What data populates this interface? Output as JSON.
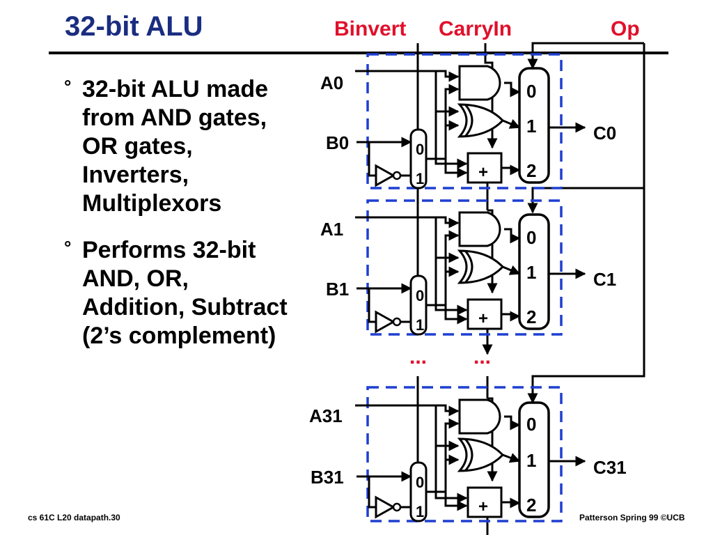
{
  "slide": {
    "title": "32-bit ALU",
    "labels": {
      "binvert": "Binvert",
      "carryin": "CarryIn",
      "op": "Op"
    },
    "bullets": [
      {
        "marker": "°",
        "text": "32-bit ALU made from AND gates, OR gates, Inverters, Multiplexors"
      },
      {
        "marker": "°",
        "text": "Performs 32-bit AND, OR, Addition, Subtract (2’s complement)"
      }
    ],
    "footer_left": "cs 61C  L20  datapath.30",
    "footer_right": "Patterson Spring 99  ©UCB"
  },
  "diagram": {
    "stages": [
      {
        "a": "A0",
        "b": "B0",
        "out": "C0"
      },
      {
        "a": "A1",
        "b": "B1",
        "out": "C1"
      },
      {
        "a": "A31",
        "b": "B31",
        "out": "C31"
      }
    ],
    "mux_inputs": [
      "0",
      "1",
      "2"
    ],
    "binvert_mux": [
      "0",
      "1"
    ],
    "adder_symbol": "+",
    "ellipsis": [
      "...",
      "..."
    ]
  }
}
